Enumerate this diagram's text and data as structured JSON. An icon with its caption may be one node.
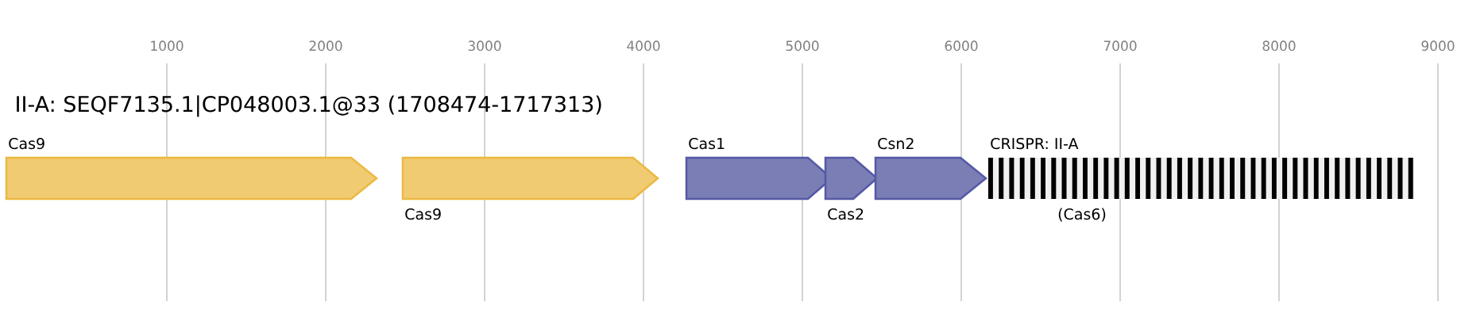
{
  "diagram": {
    "title": "II-A: SEQF7135.1|CP048003.1@33 (1708474-1717313)",
    "nodes": [
      {
        "text": [
          "Cas9"
        ]
      },
      {
        "text": [
          "Cas9"
        ]
      },
      {
        "text": [
          "Cas1"
        ]
      },
      {
        "text": [
          "Cas2"
        ]
      },
      {
        "text": [
          "Csn2"
        ]
      },
      {
        "text": [
          "CRISPR: II-A",
          "(Cas6)"
        ]
      }
    ],
    "labels": [
      "1000",
      "2000",
      "3000",
      "4000",
      "5000",
      "6000",
      "7000",
      "8000",
      "9000"
    ]
  }
}
